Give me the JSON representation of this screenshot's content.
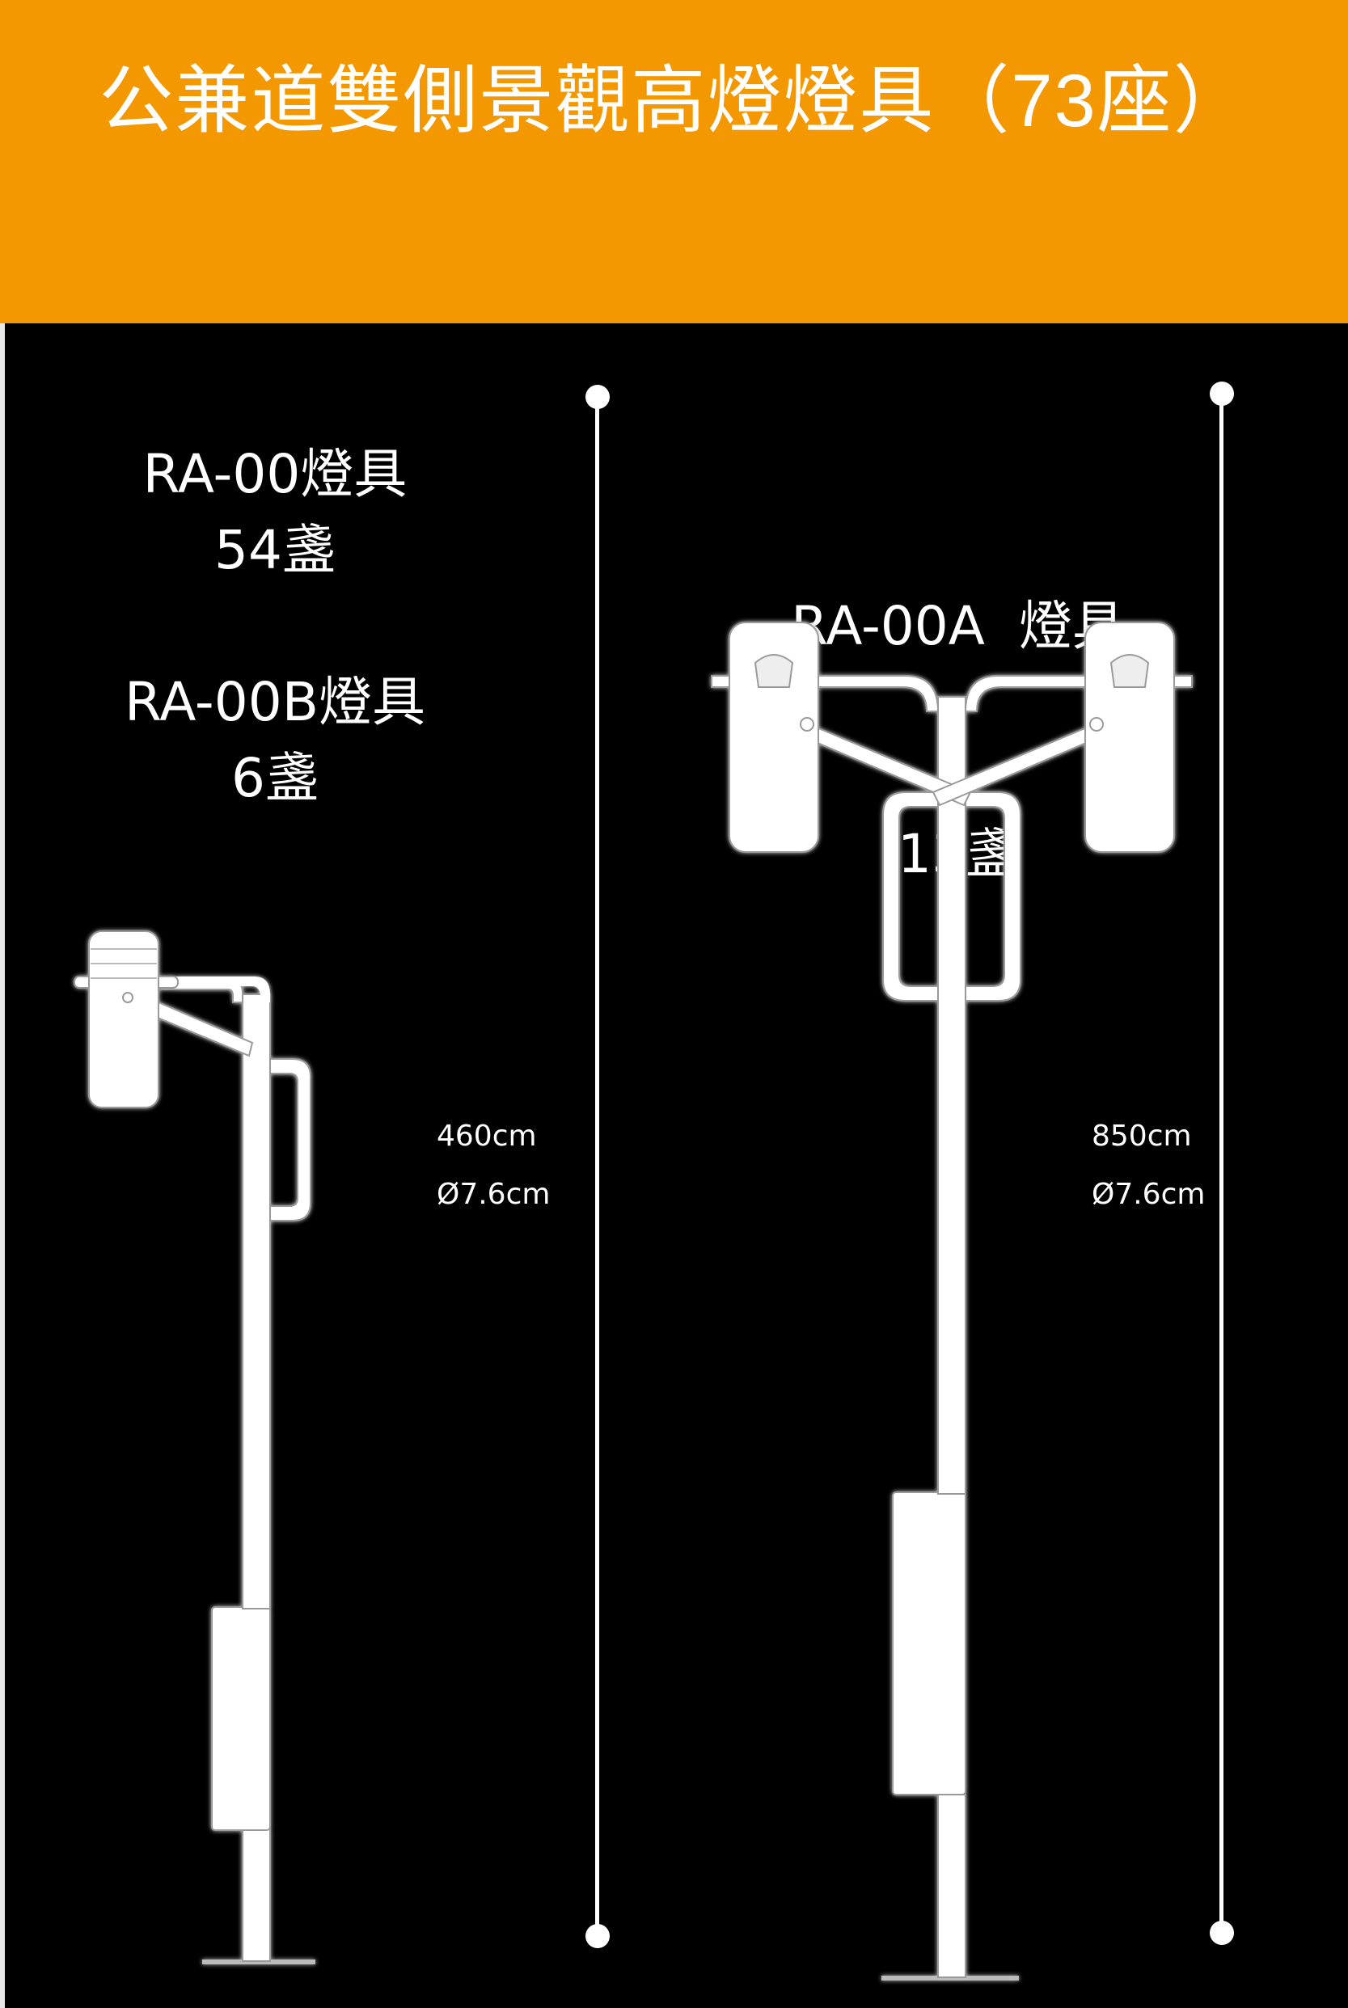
{
  "header": {
    "title": "公兼道雙側景觀高燈燈具（73座）"
  },
  "fixtures": {
    "ra00": {
      "name": "RA-00燈具",
      "count": "54盞"
    },
    "ra00b": {
      "name": "RA-00B燈具",
      "count": "6盞"
    },
    "ra00a": {
      "name": "RA-00A  燈具",
      "count": "13盞"
    }
  },
  "poles": {
    "short": {
      "height": "460cm",
      "diameter": "Ø7.6cm"
    },
    "tall": {
      "height": "850cm",
      "diameter": "Ø7.6cm"
    }
  },
  "colors": {
    "header_bg": "#F39800",
    "background": "#000000",
    "drawing": "#FFFFFF"
  }
}
